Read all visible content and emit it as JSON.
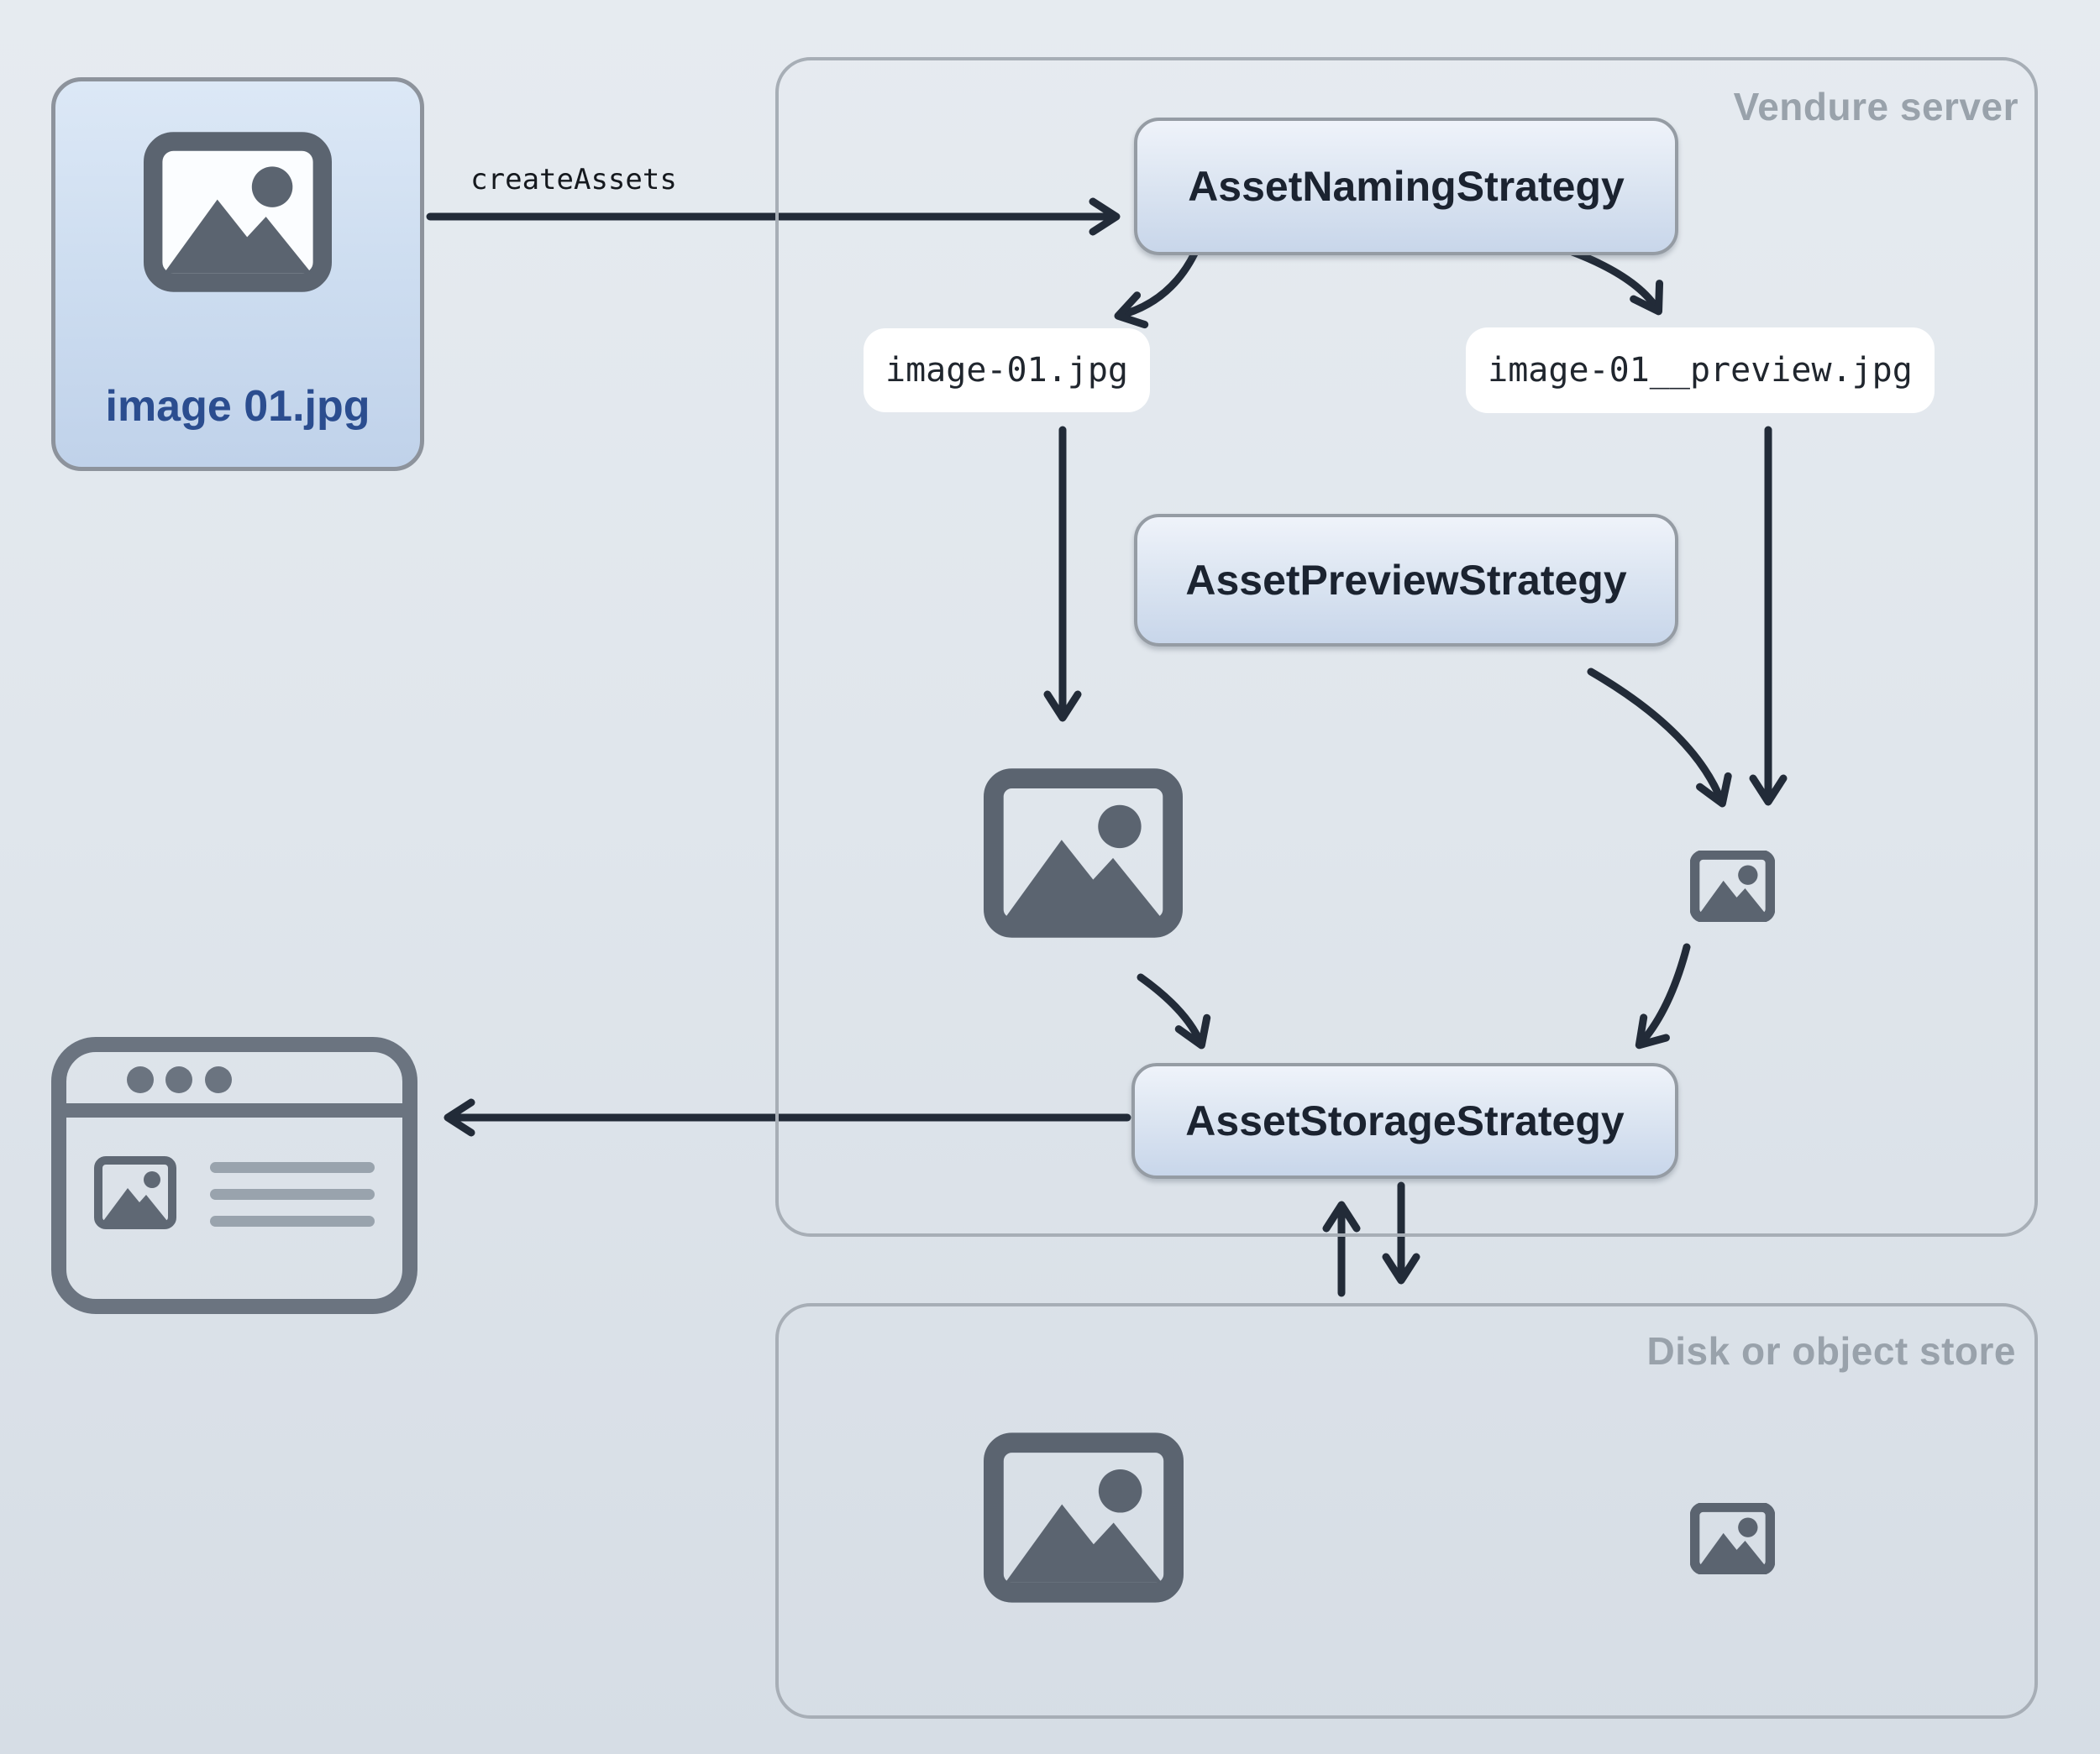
{
  "nodes": {
    "source_image_label": "image 01.jpg",
    "create_assets": "createAssets",
    "asset_naming_strategy": "AssetNamingStrategy",
    "asset_preview_strategy": "AssetPreviewStrategy",
    "asset_storage_strategy": "AssetStorageStrategy",
    "file_main": "image-01.jpg",
    "file_preview": "image-01__preview.jpg",
    "server_container_label": "Vendure server",
    "store_container_label": "Disk or object store"
  },
  "icons": {
    "source": "image-icon",
    "server_large": "image-icon",
    "server_small": "image-thumbnail-icon",
    "store_large": "image-icon",
    "store_small": "image-thumbnail-icon",
    "browser": "browser-window-icon"
  },
  "colors": {
    "background_top": "#e6ebf0",
    "background_bottom": "#d6dde5",
    "container_border": "#a7aeb6",
    "container_label_text": "#99a2ab",
    "node_border": "#959ca4",
    "node_gradient_top": "#eff3fa",
    "node_gradient_bottom": "#c8d6ea",
    "node_text": "#1b2330",
    "file_chip_bg": "#ffffff",
    "file_text": "#20262e",
    "source_box_border": "#8d939c",
    "source_label_text": "#2b4d8f",
    "icon_gray": "#5b6470",
    "browser_icon_gray": "#6b7480",
    "browser_text_line_gray": "#99a3ad",
    "arrow": "#222b38"
  }
}
